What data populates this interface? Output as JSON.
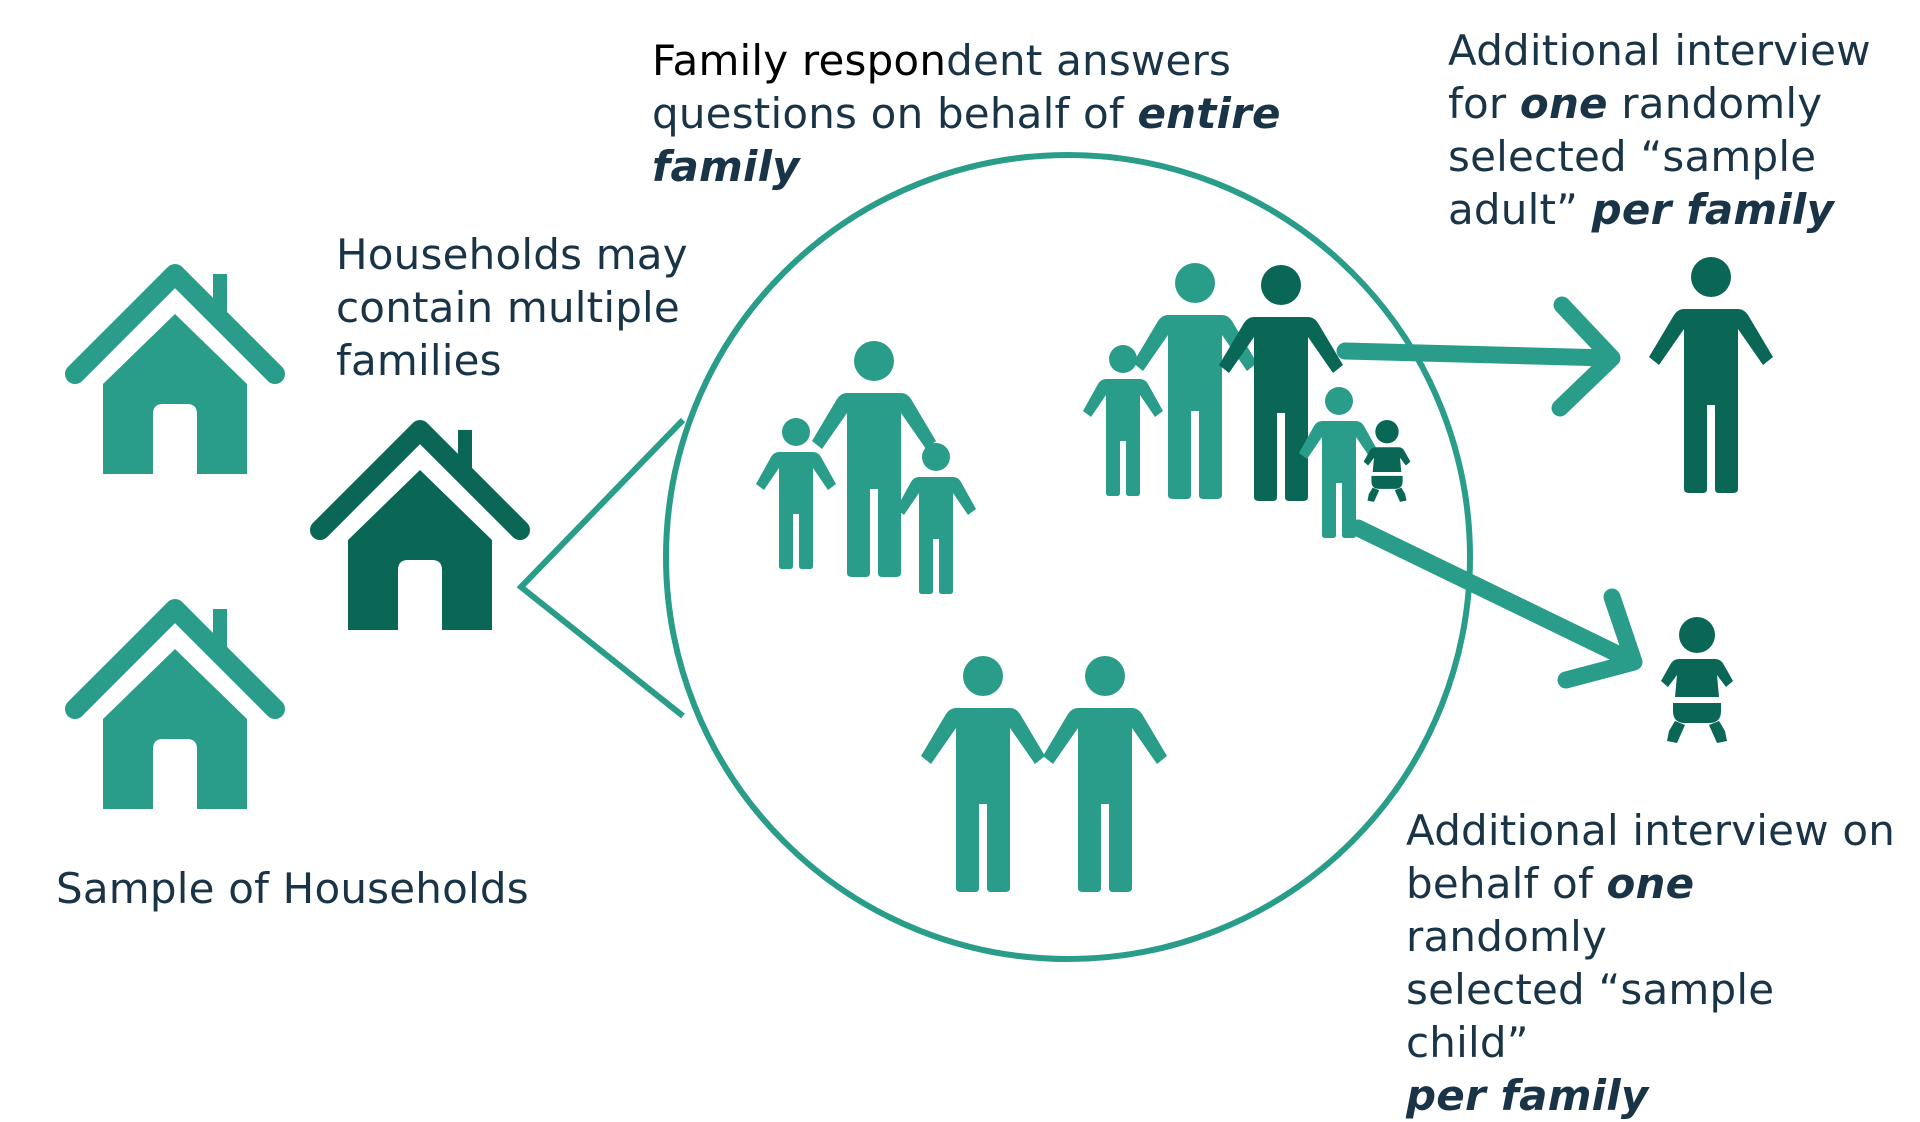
{
  "colors": {
    "teal": "#2a9d8a",
    "dark_teal": "#0a6655",
    "text": "#1a3447"
  },
  "labels": {
    "households_multi": [
      "Households may",
      "contain multiple",
      "families"
    ],
    "sample_households": "Sample of Households",
    "family_respondent": {
      "line1_dark": "Family respon",
      "line1_rest": "dent answers",
      "line2_plain": "questions on behalf of ",
      "line2_emph": "entire family"
    },
    "sample_adult": {
      "l1": "Additional interview",
      "l2_pre": "for ",
      "l2_emph": "one",
      "l2_post": " randomly",
      "l3": "selected “sample",
      "l4_pre": "adult” ",
      "l4_emph": "per family"
    },
    "sample_child": {
      "l1": "Additional interview on",
      "l2_pre": "behalf of ",
      "l2_emph": "one",
      "l2_post": " randomly",
      "l3": "selected “sample child”",
      "l4_emph": "per family"
    }
  },
  "icons": [
    "house-icon",
    "adult-person-icon",
    "child-person-icon",
    "baby-icon",
    "arrow-icon"
  ]
}
